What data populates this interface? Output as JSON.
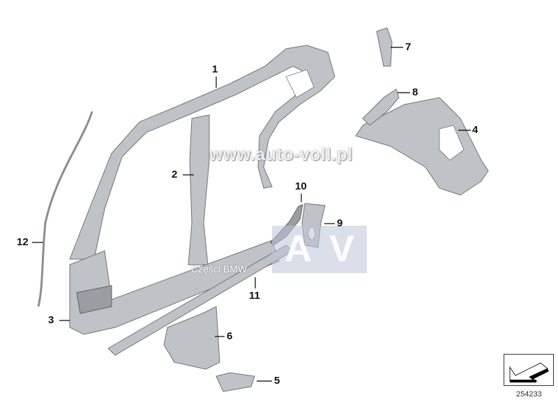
{
  "diagram": {
    "parts": [
      {
        "number": "1"
      },
      {
        "number": "2"
      },
      {
        "number": "3"
      },
      {
        "number": "4"
      },
      {
        "number": "5"
      },
      {
        "number": "6"
      },
      {
        "number": "7"
      },
      {
        "number": "8"
      },
      {
        "number": "9"
      },
      {
        "number": "10"
      },
      {
        "number": "11"
      },
      {
        "number": "12"
      }
    ],
    "figure_number": "254233",
    "icon": "arrow-orientation-icon"
  },
  "watermark": {
    "url": "www.auto-voll.pl",
    "logo_a": "A",
    "logo_v": "V",
    "caption": "Części BMW"
  }
}
